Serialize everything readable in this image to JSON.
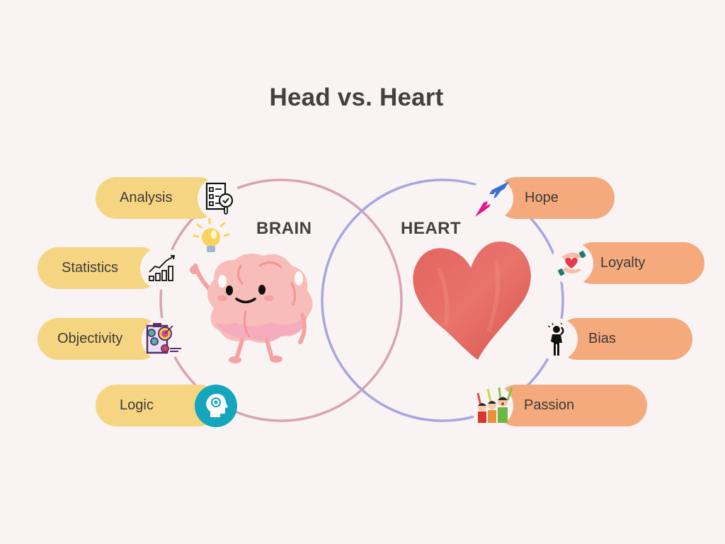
{
  "title": "Head vs. Heart",
  "circles": {
    "left": {
      "label": "BRAIN",
      "stroke": "#D9A3B6"
    },
    "right": {
      "label": "HEART",
      "stroke": "#A7A6DF"
    }
  },
  "colors": {
    "background": "#F9F4F3",
    "left_pill": "#F5D582",
    "right_pill": "#F4AA7C",
    "logic_icon_bg": "#13A6BD",
    "text": "#434040"
  },
  "left_items": [
    {
      "label": "Analysis",
      "icon": "checklist-magnifier-icon"
    },
    {
      "label": "Statistics",
      "icon": "growth-bar-chart-icon"
    },
    {
      "label": "Objectivity",
      "icon": "target-clipboard-icon"
    },
    {
      "label": "Logic",
      "icon": "head-gear-icon"
    }
  ],
  "right_items": [
    {
      "label": "Hope",
      "icon": "reaching-hands-icon"
    },
    {
      "label": "Loyalty",
      "icon": "hands-holding-heart-icon"
    },
    {
      "label": "Bias",
      "icon": "confused-person-icon"
    },
    {
      "label": "Passion",
      "icon": "cheering-people-icon"
    }
  ],
  "illustrations": {
    "brain": "cartoon-brain-with-lightbulb",
    "heart": "watercolor-red-heart"
  }
}
